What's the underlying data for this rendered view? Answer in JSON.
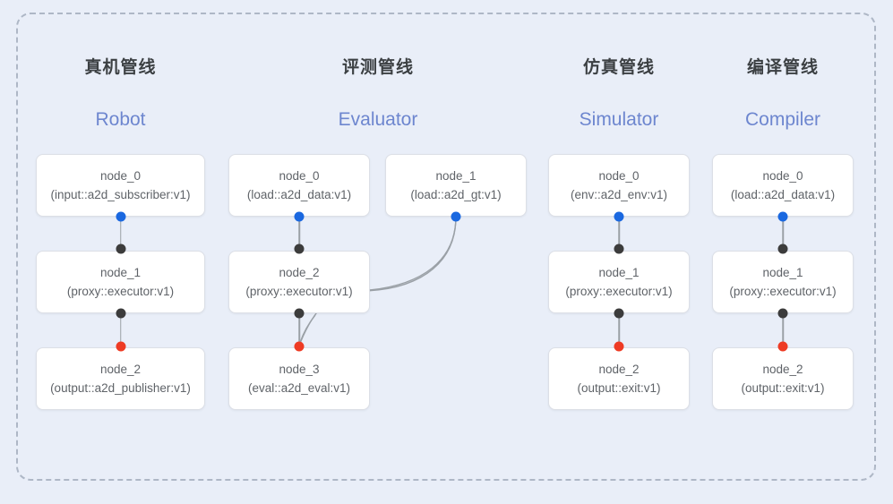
{
  "diagram": {
    "title_hidden": "",
    "colors": {
      "background": "#e9eef8",
      "frame_border": "#aeb7c6",
      "node_bg": "#ffffff",
      "node_border": "#dcdfe6",
      "node_text": "#5f6368",
      "title_text": "#3c4043",
      "subtitle_text": "#6d86cf",
      "port_input": "#1a68e0",
      "port_middle": "#3c3c3c",
      "port_output": "#ee3b24",
      "edge": "#9aa0a6"
    },
    "columns": [
      {
        "id": "robot",
        "title": "真机管线",
        "subtitle": "Robot",
        "nodes": [
          {
            "name": "node_0",
            "type": "(input::a2d_subscriber:v1)"
          },
          {
            "name": "node_1",
            "type": "(proxy::executor:v1)"
          },
          {
            "name": "node_2",
            "type": "(output::a2d_publisher:v1)"
          }
        ]
      },
      {
        "id": "evaluator",
        "title": "评测管线",
        "subtitle": "Evaluator",
        "nodes": [
          {
            "name": "node_0",
            "type": "(load::a2d_data:v1)"
          },
          {
            "name": "node_1",
            "type": "(load::a2d_gt:v1)"
          },
          {
            "name": "node_2",
            "type": "(proxy::executor:v1)"
          },
          {
            "name": "node_3",
            "type": "(eval::a2d_eval:v1)"
          }
        ]
      },
      {
        "id": "simulator",
        "title": "仿真管线",
        "subtitle": "Simulator",
        "nodes": [
          {
            "name": "node_0",
            "type": "(env::a2d_env:v1)"
          },
          {
            "name": "node_1",
            "type": "(proxy::executor:v1)"
          },
          {
            "name": "node_2",
            "type": "(output::exit:v1)"
          }
        ]
      },
      {
        "id": "compiler",
        "title": "编译管线",
        "subtitle": "Compiler",
        "nodes": [
          {
            "name": "node_0",
            "type": "(load::a2d_data:v1)"
          },
          {
            "name": "node_1",
            "type": "(proxy::executor:v1)"
          },
          {
            "name": "node_2",
            "type": "(output::exit:v1)"
          }
        ]
      }
    ]
  }
}
